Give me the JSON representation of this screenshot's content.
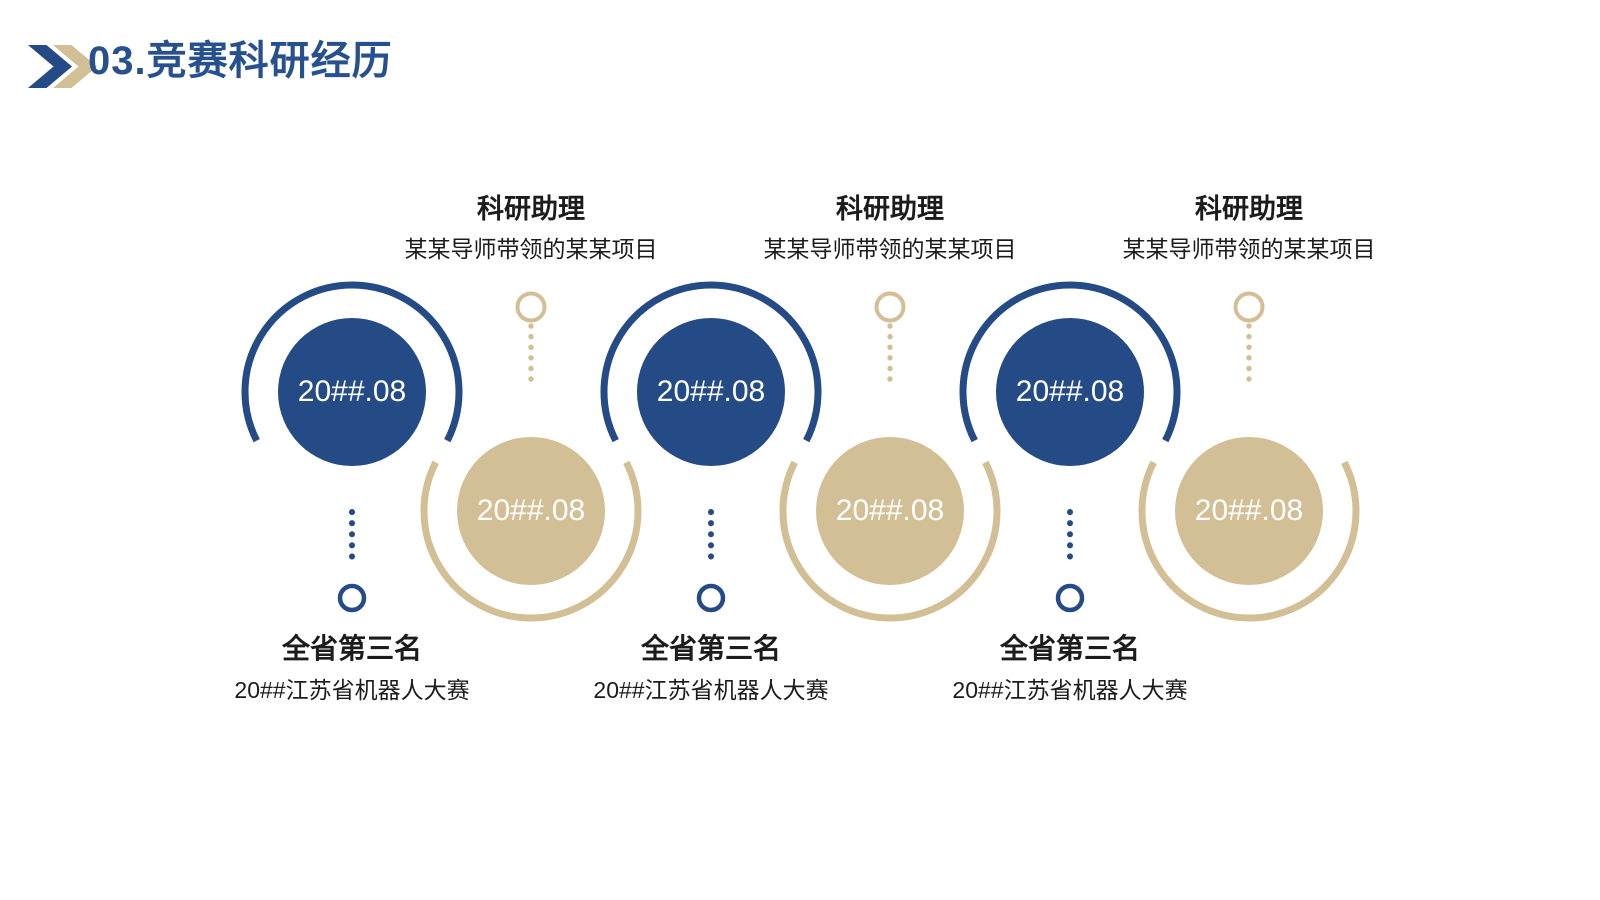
{
  "slide": {
    "title": "03.竞赛科研经历"
  },
  "colors": {
    "blue": "#254b87",
    "tan": "#d3bf96",
    "title_blue": "#27508f",
    "text_dark": "#1c1c1c",
    "date_text": "#ffffff",
    "background": "#ffffff"
  },
  "icons": {
    "header_chevron": "double-chevron-right"
  },
  "timeline": {
    "milestones": [
      {
        "variant": "blue",
        "label_position": "below",
        "date": "20##.08",
        "label": "全省第三名",
        "description": "20##江苏省机器人大赛"
      },
      {
        "variant": "tan",
        "label_position": "above",
        "date": "20##.08",
        "label": "科研助理",
        "description": "某某导师带领的某某项目"
      },
      {
        "variant": "blue",
        "label_position": "below",
        "date": "20##.08",
        "label": "全省第三名",
        "description": "20##江苏省机器人大赛"
      },
      {
        "variant": "tan",
        "label_position": "above",
        "date": "20##.08",
        "label": "科研助理",
        "description": "某某导师带领的某某项目"
      },
      {
        "variant": "blue",
        "label_position": "below",
        "date": "20##.08",
        "label": "全省第三名",
        "description": "20##江苏省机器人大赛"
      },
      {
        "variant": "tan",
        "label_position": "above",
        "date": "20##.08",
        "label": "科研助理",
        "description": "某某导师带领的某某项目"
      }
    ]
  }
}
